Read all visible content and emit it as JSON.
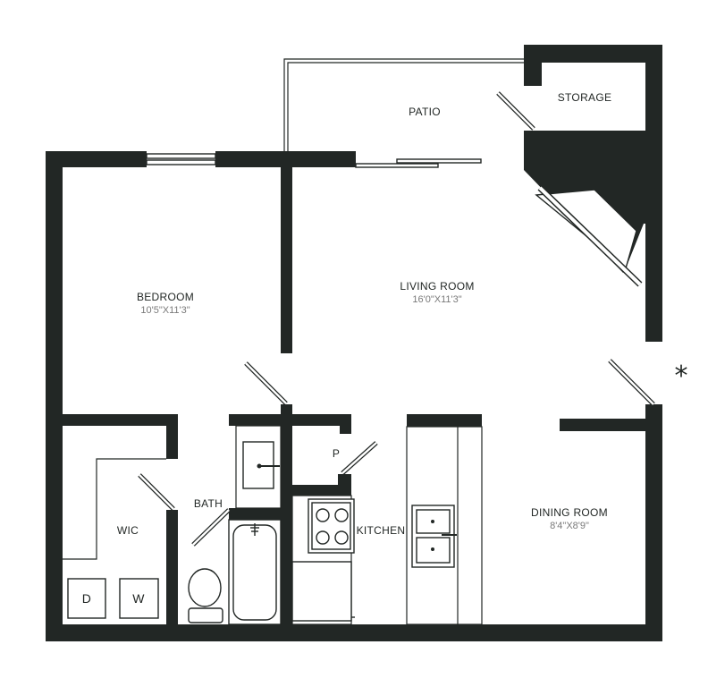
{
  "rooms": {
    "patio": {
      "label": "PATIO"
    },
    "storage": {
      "label": "STORAGE"
    },
    "bedroom": {
      "label": "BEDROOM",
      "dims": "10'5\"X11'3\""
    },
    "living_room": {
      "label": "LIVING ROOM",
      "dims": "16'0\"X11'3\""
    },
    "bath": {
      "label": "BATH"
    },
    "wic": {
      "label": "WIC"
    },
    "kitchen": {
      "label": "KITCHEN"
    },
    "pantry": {
      "label": "P"
    },
    "dining_room": {
      "label": "DINING ROOM",
      "dims": "8'4\"X8'9\""
    }
  },
  "appliances": {
    "dryer": "D",
    "washer": "W"
  },
  "entry_marker": "*",
  "colors": {
    "wall": "#222725",
    "background": "#ffffff",
    "dimension_text": "#7a7a7a"
  }
}
